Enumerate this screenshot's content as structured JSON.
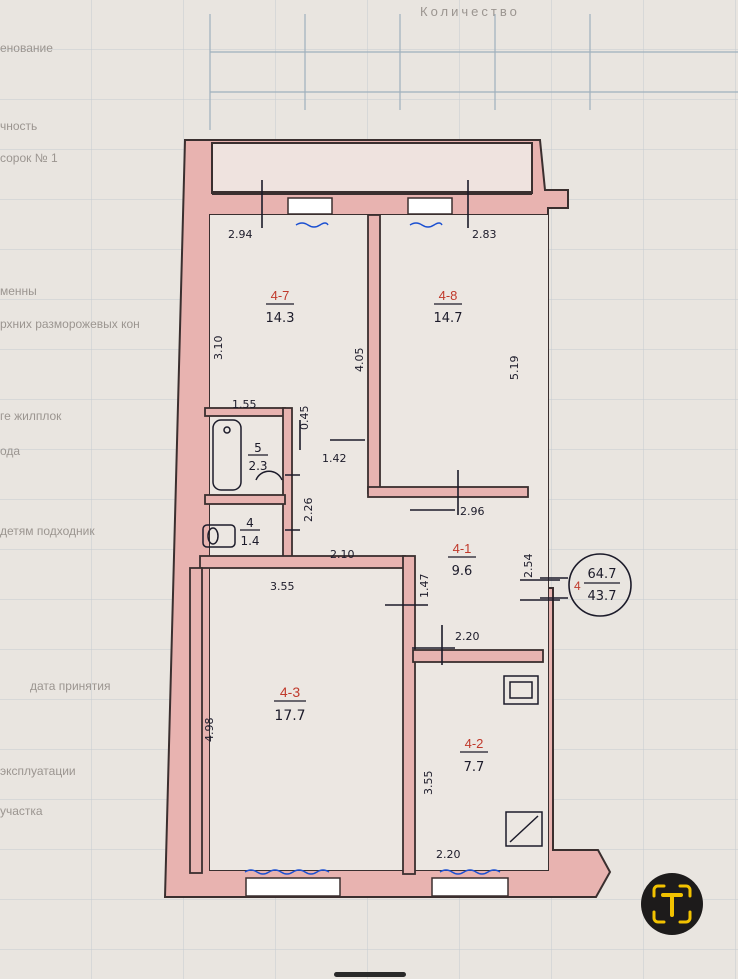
{
  "colors": {
    "paper": "#ebe7e2",
    "wall_fill": "#e8b3b0",
    "wall_stroke": "#3a2f2f",
    "ink": "#1c1b2a",
    "red_ink": "#c0392b",
    "lens_button_bg": "#1d1b1b",
    "lens_icon": "#f2c200"
  },
  "header_form": {
    "column_header": "Количество",
    "row_labels": [
      "енование",
      "чность",
      "сорок № 1",
      "менны",
      "рхних разморожевых кон",
      "ге жилплок",
      "ода",
      "детям подходник",
      "дата принятия",
      "эксплуатации",
      "участка"
    ]
  },
  "rooms": [
    {
      "id": "4-7",
      "area": "14.3"
    },
    {
      "id": "4-8",
      "area": "14.7"
    },
    {
      "id": "5",
      "area": "2.3"
    },
    {
      "id": "4",
      "area": "1.4"
    },
    {
      "id": "4-1",
      "area": "9.6"
    },
    {
      "id": "4-3",
      "area": "17.7"
    },
    {
      "id": "4-2",
      "area": "7.7"
    }
  ],
  "dimensions": [
    "2.94",
    "2.83",
    "3.10",
    "4.05",
    "5.19",
    "1.55",
    "0.45",
    "1.42",
    "2.96",
    "2.26",
    "2.54",
    "2.10",
    "1.47",
    "3.55",
    "2.20",
    "4.98",
    "3.55",
    "2.20"
  ],
  "totals": {
    "marker": "4",
    "total_area": "64.7",
    "living_area": "43.7"
  },
  "icons": [
    "bathtub-icon",
    "toilet-icon",
    "sink-icon",
    "stove-icon",
    "kitchen-sink-icon",
    "window-icon"
  ],
  "ui": {
    "lens_button": "text-recognition-button"
  }
}
